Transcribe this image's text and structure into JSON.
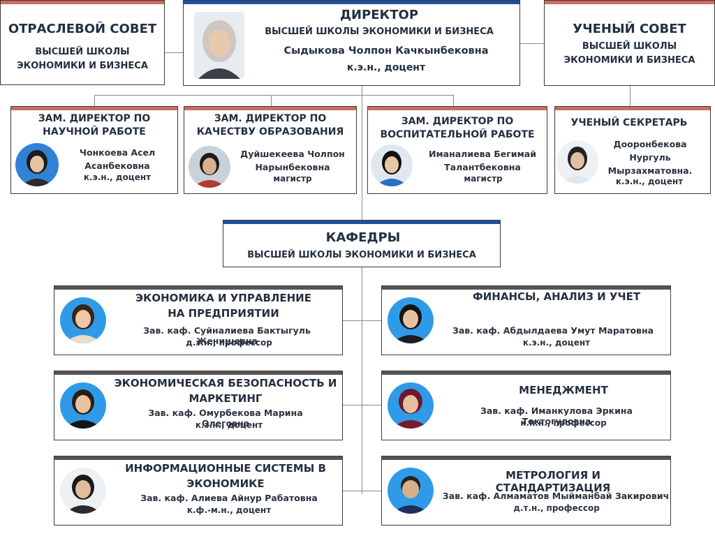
{
  "industry_council": {
    "title": "ОТРАСЛЕВОЙ СОВЕТ",
    "subtitle": "ВЫСШЕЙ ШКОЛЫ ЭКОНОМИКИ И БИЗНЕСА"
  },
  "director": {
    "title": "ДИРЕКТОР",
    "subtitle": "ВЫСШЕЙ ШКОЛЫ  ЭКОНОМИКИ И БИЗНЕСА",
    "name": "Сыдыкова Чолпон Качкынбековна",
    "degree": "к.э.н., доцент"
  },
  "academic_council": {
    "title": "УЧЕНЫЙ СОВЕТ",
    "subtitle": "ВЫСШЕЙ ШКОЛЫ ЭКОНОМИКИ И БИЗНЕСА"
  },
  "deputies": [
    {
      "title": "ЗАМ. ДИРЕКТОР ПО НАУЧНОЙ РАБОТЕ",
      "name": "Чонкоева Асел Асанбековна",
      "degree": "к.э.н., доцент"
    },
    {
      "title": "ЗАМ. ДИРЕКТОР ПО КАЧЕСТВУ ОБРАЗОВАНИЯ",
      "name": "Дуйшекеева Чолпон Нарынбековна",
      "degree": "магистр"
    },
    {
      "title": "ЗАМ. ДИРЕКТОР ПО ВОСПИТАТЕЛЬНОЙ РАБОТЕ",
      "name": "Иманалиева Бегимай Талантбековна",
      "degree": "магистр"
    },
    {
      "title": "УЧЕНЫЙ СЕКРЕТАРЬ",
      "name": "Дооронбекова Нургуль Мырзахматовна.",
      "degree": "к.э.н., доцент"
    }
  ],
  "departments_header": {
    "title": "КАФЕДРЫ",
    "subtitle": "ВЫСШЕЙ ШКОЛЫ ЭКОНОМИКИ И БИЗНЕСА"
  },
  "departments": [
    {
      "title": "ЭКОНОМИКА И УПРАВЛЕНИЕ НА ПРЕДПРИЯТИИ",
      "head": "Зав. каф. Суйналиева Бактыгуль Женишевна",
      "degree": "д.э.н., профессор"
    },
    {
      "title": "ФИНАНСЫ, АНАЛИЗ И УЧЕТ",
      "head": "Зав. каф. Абдылдаева Умут Маратовна",
      "degree": "к.э.н., доцент"
    },
    {
      "title": "ЭКОНОМИЧЕСКАЯ БЕЗОПАСНОСТЬ И МАРКЕТИНГ",
      "head": "Зав. каф. Омурбекова Марина Олеговна",
      "degree": "к.э.н., доцент"
    },
    {
      "title": "МЕНЕДЖМЕНТ",
      "head": "Зав. каф. Иманкулова Эркина Токтогуловна",
      "degree": "к.п.н., профессор"
    },
    {
      "title": "ИНФОРМАЦИОННЫЕ СИСТЕМЫ В ЭКОНОМИКЕ",
      "head": "Зав. каф. Алиева Айнур Рабатовна",
      "degree": "к.ф.-м.н., доцент"
    },
    {
      "title": "МЕТРОЛОГИЯ И СТАНДАРТИЗАЦИЯ",
      "head": "Зав. каф. Алмаматов Мыйманбай Закирович",
      "degree": "д.т.н., профессор"
    }
  ]
}
